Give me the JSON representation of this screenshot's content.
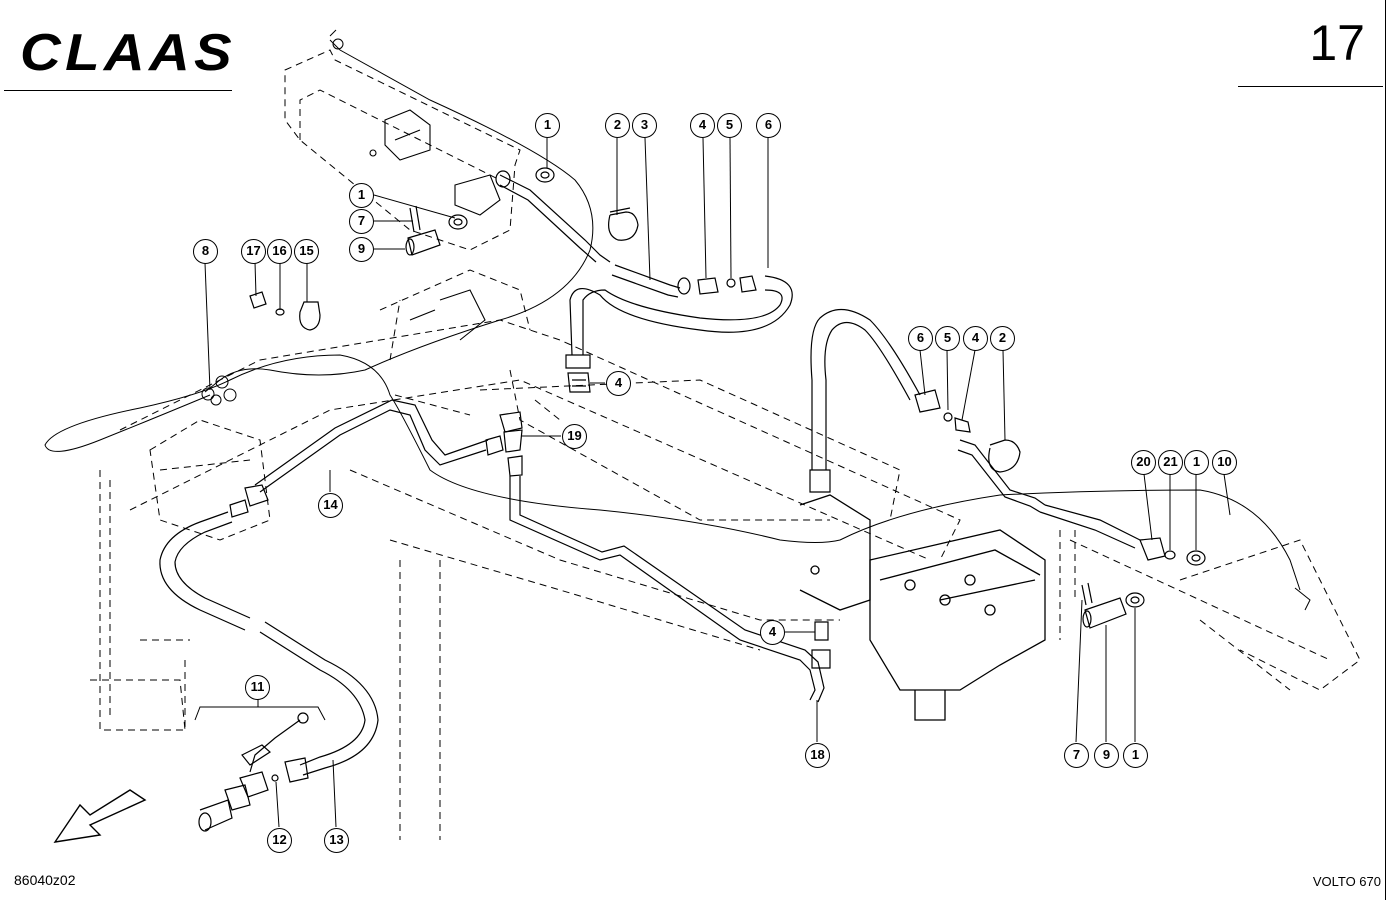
{
  "header": {
    "brand_logo": "CLAAS",
    "page_number": "17"
  },
  "footer": {
    "drawing_code": "86040z02",
    "model": "VOLTO 670"
  },
  "callouts": {
    "top_1": "1",
    "top_2": "2",
    "top_3": "3",
    "top_4": "4",
    "top_5": "5",
    "top_6": "6",
    "pin_1": "1",
    "pin_7": "7",
    "pin_9": "9",
    "left_8": "8",
    "bolt_17": "17",
    "bolt_16": "16",
    "bolt_15": "15",
    "mid_4": "4",
    "mid_19": "19",
    "mid_14": "14",
    "right_6": "6",
    "right_5": "5",
    "right_4": "4",
    "right_2": "2",
    "far_20": "20",
    "far_21": "21",
    "far_1": "1",
    "far_10": "10",
    "low_4": "4",
    "low_18": "18",
    "bot_7": "7",
    "bot_9": "9",
    "bot_1": "1",
    "valve_11": "11",
    "valve_12": "12",
    "valve_13": "13"
  }
}
